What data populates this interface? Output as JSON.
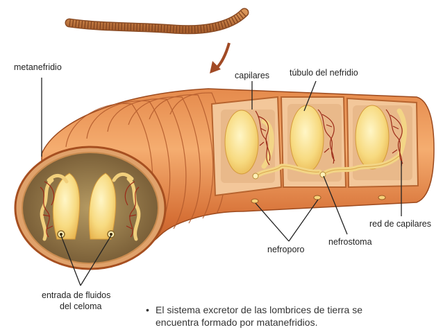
{
  "labels": {
    "metanefridio": "metanefridio",
    "capilares": "capilares",
    "tubulo": "túbulo del nefridio",
    "red_capilares": "red de capilares",
    "nefrostoma": "nefrostoma",
    "nefroporo": "nefroporo",
    "entrada_line1": "entrada de fluidos",
    "entrada_line2": "del celoma"
  },
  "caption": {
    "bullet": "•",
    "line1": "El sistema excretor de las lombrices de tierra se",
    "line2": "encuentra formado por matanefridios."
  },
  "colors": {
    "body_outer": "#c9652b",
    "body_light": "#f2a868",
    "interior": "#8a6a3c",
    "nephridium": "#f7dc86",
    "capillary": "#9b2a18",
    "worm": "#c98245",
    "arrow": "#a14a25"
  }
}
